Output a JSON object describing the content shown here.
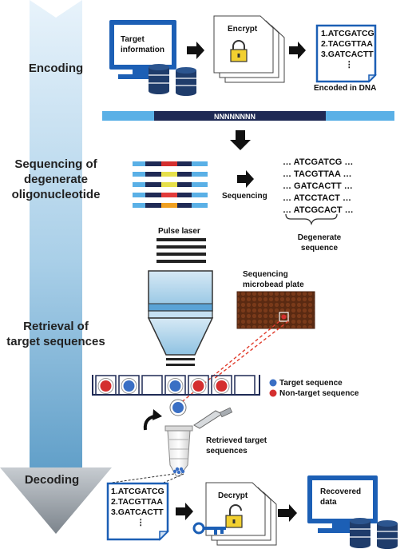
{
  "stages": {
    "encoding": "Encoding",
    "sequencing_line1": "Sequencing of",
    "sequencing_line2": "degenerate",
    "sequencing_line3": "oligonucleotide",
    "retrieval_line1": "Retrieval of",
    "retrieval_line2": "target sequences",
    "decoding": "Decoding"
  },
  "encoding": {
    "monitor_line1": "Target",
    "monitor_line2": "information",
    "encrypt_label": "Encrypt",
    "dna_list": [
      "1.ATCGATCG",
      "2.TACGTTAA",
      "3.GATCACTT"
    ],
    "dna_ellipsis": "⋮",
    "encoded_caption": "Encoded in DNA",
    "strand_label": "NNNNNNNN"
  },
  "sequencing": {
    "arrow_label": "Sequencing",
    "reads": [
      "… ATCGATCG …",
      "… TACGTTAA …",
      "… GATCACTT …",
      "… ATCCTACT …",
      "… ATCGCACT …"
    ],
    "degenerate_line1": "Degenerate",
    "degenerate_line2": "sequence"
  },
  "retrieval": {
    "laser_label": "Pulse laser",
    "plate_line1": "Sequencing",
    "plate_line2": "microbead plate",
    "legend": [
      {
        "label": "Target sequence",
        "color": "#3a6fc4"
      },
      {
        "label": "Non-target sequence",
        "color": "#d42f2f"
      }
    ],
    "retrieved_line1": "Retrieved target",
    "retrieved_line2": "sequences"
  },
  "decoding": {
    "note_list": [
      "1.ATCGATCG",
      "2.TACGTTAA",
      "3.GATCACTT"
    ],
    "note_ellipsis": "⋮",
    "decrypt_label": "Decrypt",
    "recovered_line1": "Recovered",
    "recovered_line2": "data"
  },
  "colors": {
    "arrow_top": "#e4f1fa",
    "arrow_bottom": "#5d9cc7",
    "arrow_head": "#808890",
    "strand_light": "#5ab0e6",
    "strand_dark": "#1f2a55",
    "monitor": "#1c5fb5",
    "database": "#1f3c6b",
    "red": "#d42f2f",
    "blue": "#3a6fc4",
    "laser_dashed": "#e03c2c"
  }
}
